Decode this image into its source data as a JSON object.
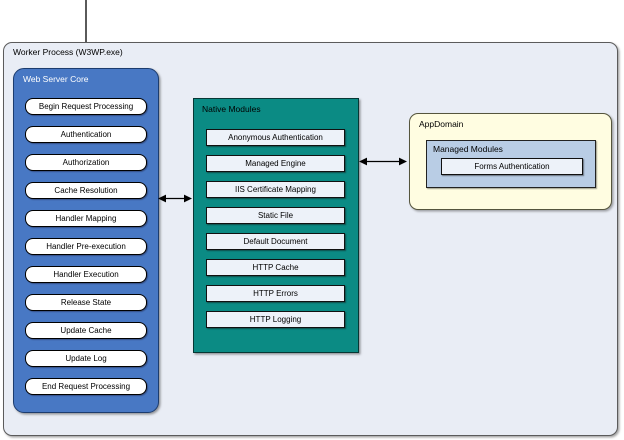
{
  "diagram": {
    "worker_process": {
      "title": "Worker Process (W3WP.exe)"
    },
    "web_server_core": {
      "title": "Web Server Core",
      "items": [
        "Begin Request Processing",
        "Authentication",
        "Authorization",
        "Cache Resolution",
        "Handler Mapping",
        "Handler Pre-execution",
        "Handler Execution",
        "Release State",
        "Update Cache",
        "Update Log",
        "End Request Processing"
      ]
    },
    "native_modules": {
      "title": "Native Modules",
      "items": [
        "Anonymous Authentication",
        "Managed Engine",
        "IIS Certificate Mapping",
        "Static File",
        "Default Document",
        "HTTP Cache",
        "HTTP Errors",
        "HTTP Logging"
      ]
    },
    "app_domain": {
      "title": "AppDomain",
      "managed_modules": {
        "title": "Managed Modules",
        "items": [
          "Forms Authentication"
        ]
      }
    },
    "arrows": [
      "incoming-request-arrow-top",
      "web-server-core-native-modules-double-arrow",
      "native-modules-appdomain-double-arrow"
    ],
    "colors": {
      "worker_process_fill": "#E9EDF5",
      "web_server_core_fill": "#4878C4",
      "native_modules_fill": "#0B8B84",
      "app_domain_fill": "#FFFDE1",
      "managed_modules_fill": "#B9CDE5",
      "module_item_fill": "#EDF2F9",
      "arrow_color": "#000000"
    }
  }
}
